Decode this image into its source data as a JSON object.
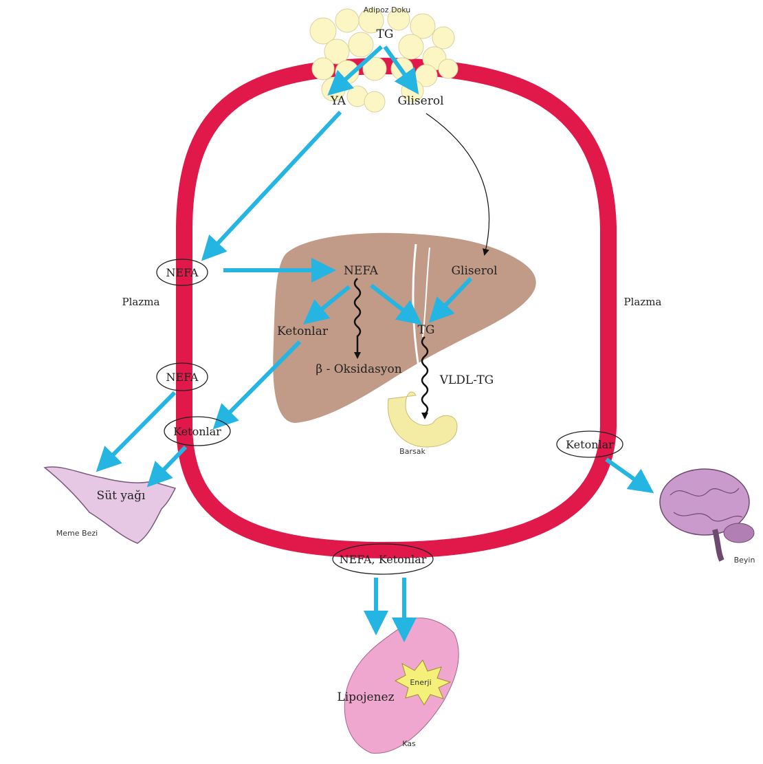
{
  "labels": {
    "adipoz_doku": "Adipoz Doku",
    "tg_top": "TG",
    "ya": "YA",
    "gliserol_top": "Gliserol",
    "nefa_left": "NEFA",
    "plazma_left": "Plazma",
    "plazma_right": "Plazma",
    "nefa_liver": "NEFA",
    "gliserol_liver": "Gliserol",
    "ketonlar_liver": "Ketonlar",
    "tg_liver": "TG",
    "beta_oksidasyon": "β - Oksidasyon",
    "vldl_tg": "VLDL-TG",
    "barsak": "Barsak",
    "nefa_left2": "NEFA",
    "ketonlar_left": "Ketonlar",
    "sut_yagi": "Süt yağı",
    "meme_bezi": "Meme Bezi",
    "ketonlar_right": "Ketonlar",
    "beyin": "Beyin",
    "nefa_ketonlar_bottom": "NEFA, Ketonlar",
    "enerji": "Enerji",
    "lipojenez": "Lipojenez",
    "kas": "Kas"
  },
  "colors": {
    "vessel": "#e0194a",
    "arrow": "#25b5e3",
    "liver": "#c29a88",
    "fat": "#fbf6c3",
    "brain": "#c99acb",
    "muscle": "#efa7cf",
    "gut": "#f4eba4"
  }
}
